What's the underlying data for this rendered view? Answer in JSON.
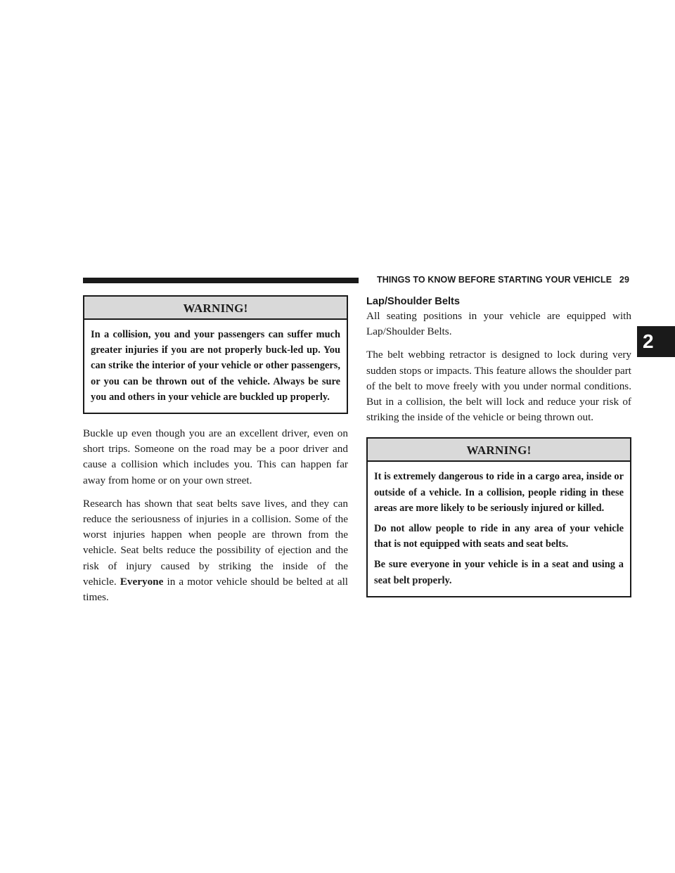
{
  "header": {
    "running_title": "THINGS TO KNOW BEFORE STARTING YOUR VEHICLE",
    "page_number": "29",
    "chapter_tab": "2"
  },
  "left_column": {
    "warning": {
      "title": "WARNING!",
      "paragraphs": [
        "In a collision, you and your passengers can suffer much greater injuries if you are not properly buck-led up. You can strike the interior of your vehicle or other passengers, or you can be thrown out of the vehicle. Always be sure you and others in your vehicle are buckled up properly."
      ]
    },
    "paragraphs": [
      "Buckle up even though you are an excellent driver, even on short trips. Someone on the road may be a poor driver and cause a collision which includes you. This can happen far away from home or on your own street.",
      {
        "before": "Research has shown that seat belts save lives, and they can reduce the seriousness of injuries in a collision. Some of the worst injuries happen when people are thrown from the vehicle. Seat belts reduce the possibility of ejection and the risk of injury caused by striking the inside of the vehicle.",
        "bold": "Everyone",
        "after": "in a motor vehicle should be belted at all times."
      }
    ]
  },
  "right_column": {
    "section_heading": "Lap/Shoulder Belts",
    "paragraphs": [
      "All seating positions in your vehicle are equipped with Lap/Shoulder Belts.",
      "The belt webbing retractor is designed to lock during very sudden stops or impacts. This feature allows the shoulder part of the belt to move freely with you under normal conditions. But in a collision, the belt will lock and reduce your risk of striking the inside of the vehicle or being thrown out."
    ],
    "warning": {
      "title": "WARNING!",
      "paragraphs": [
        "It is extremely dangerous to ride in a cargo area, inside or outside of a vehicle. In a collision, people riding in these areas are more likely to be seriously injured or killed.",
        "Do not allow people to ride in any area of your vehicle that is not equipped with seats and seat belts.",
        "Be sure everyone in your vehicle is in a seat and using a seat belt properly."
      ]
    }
  }
}
